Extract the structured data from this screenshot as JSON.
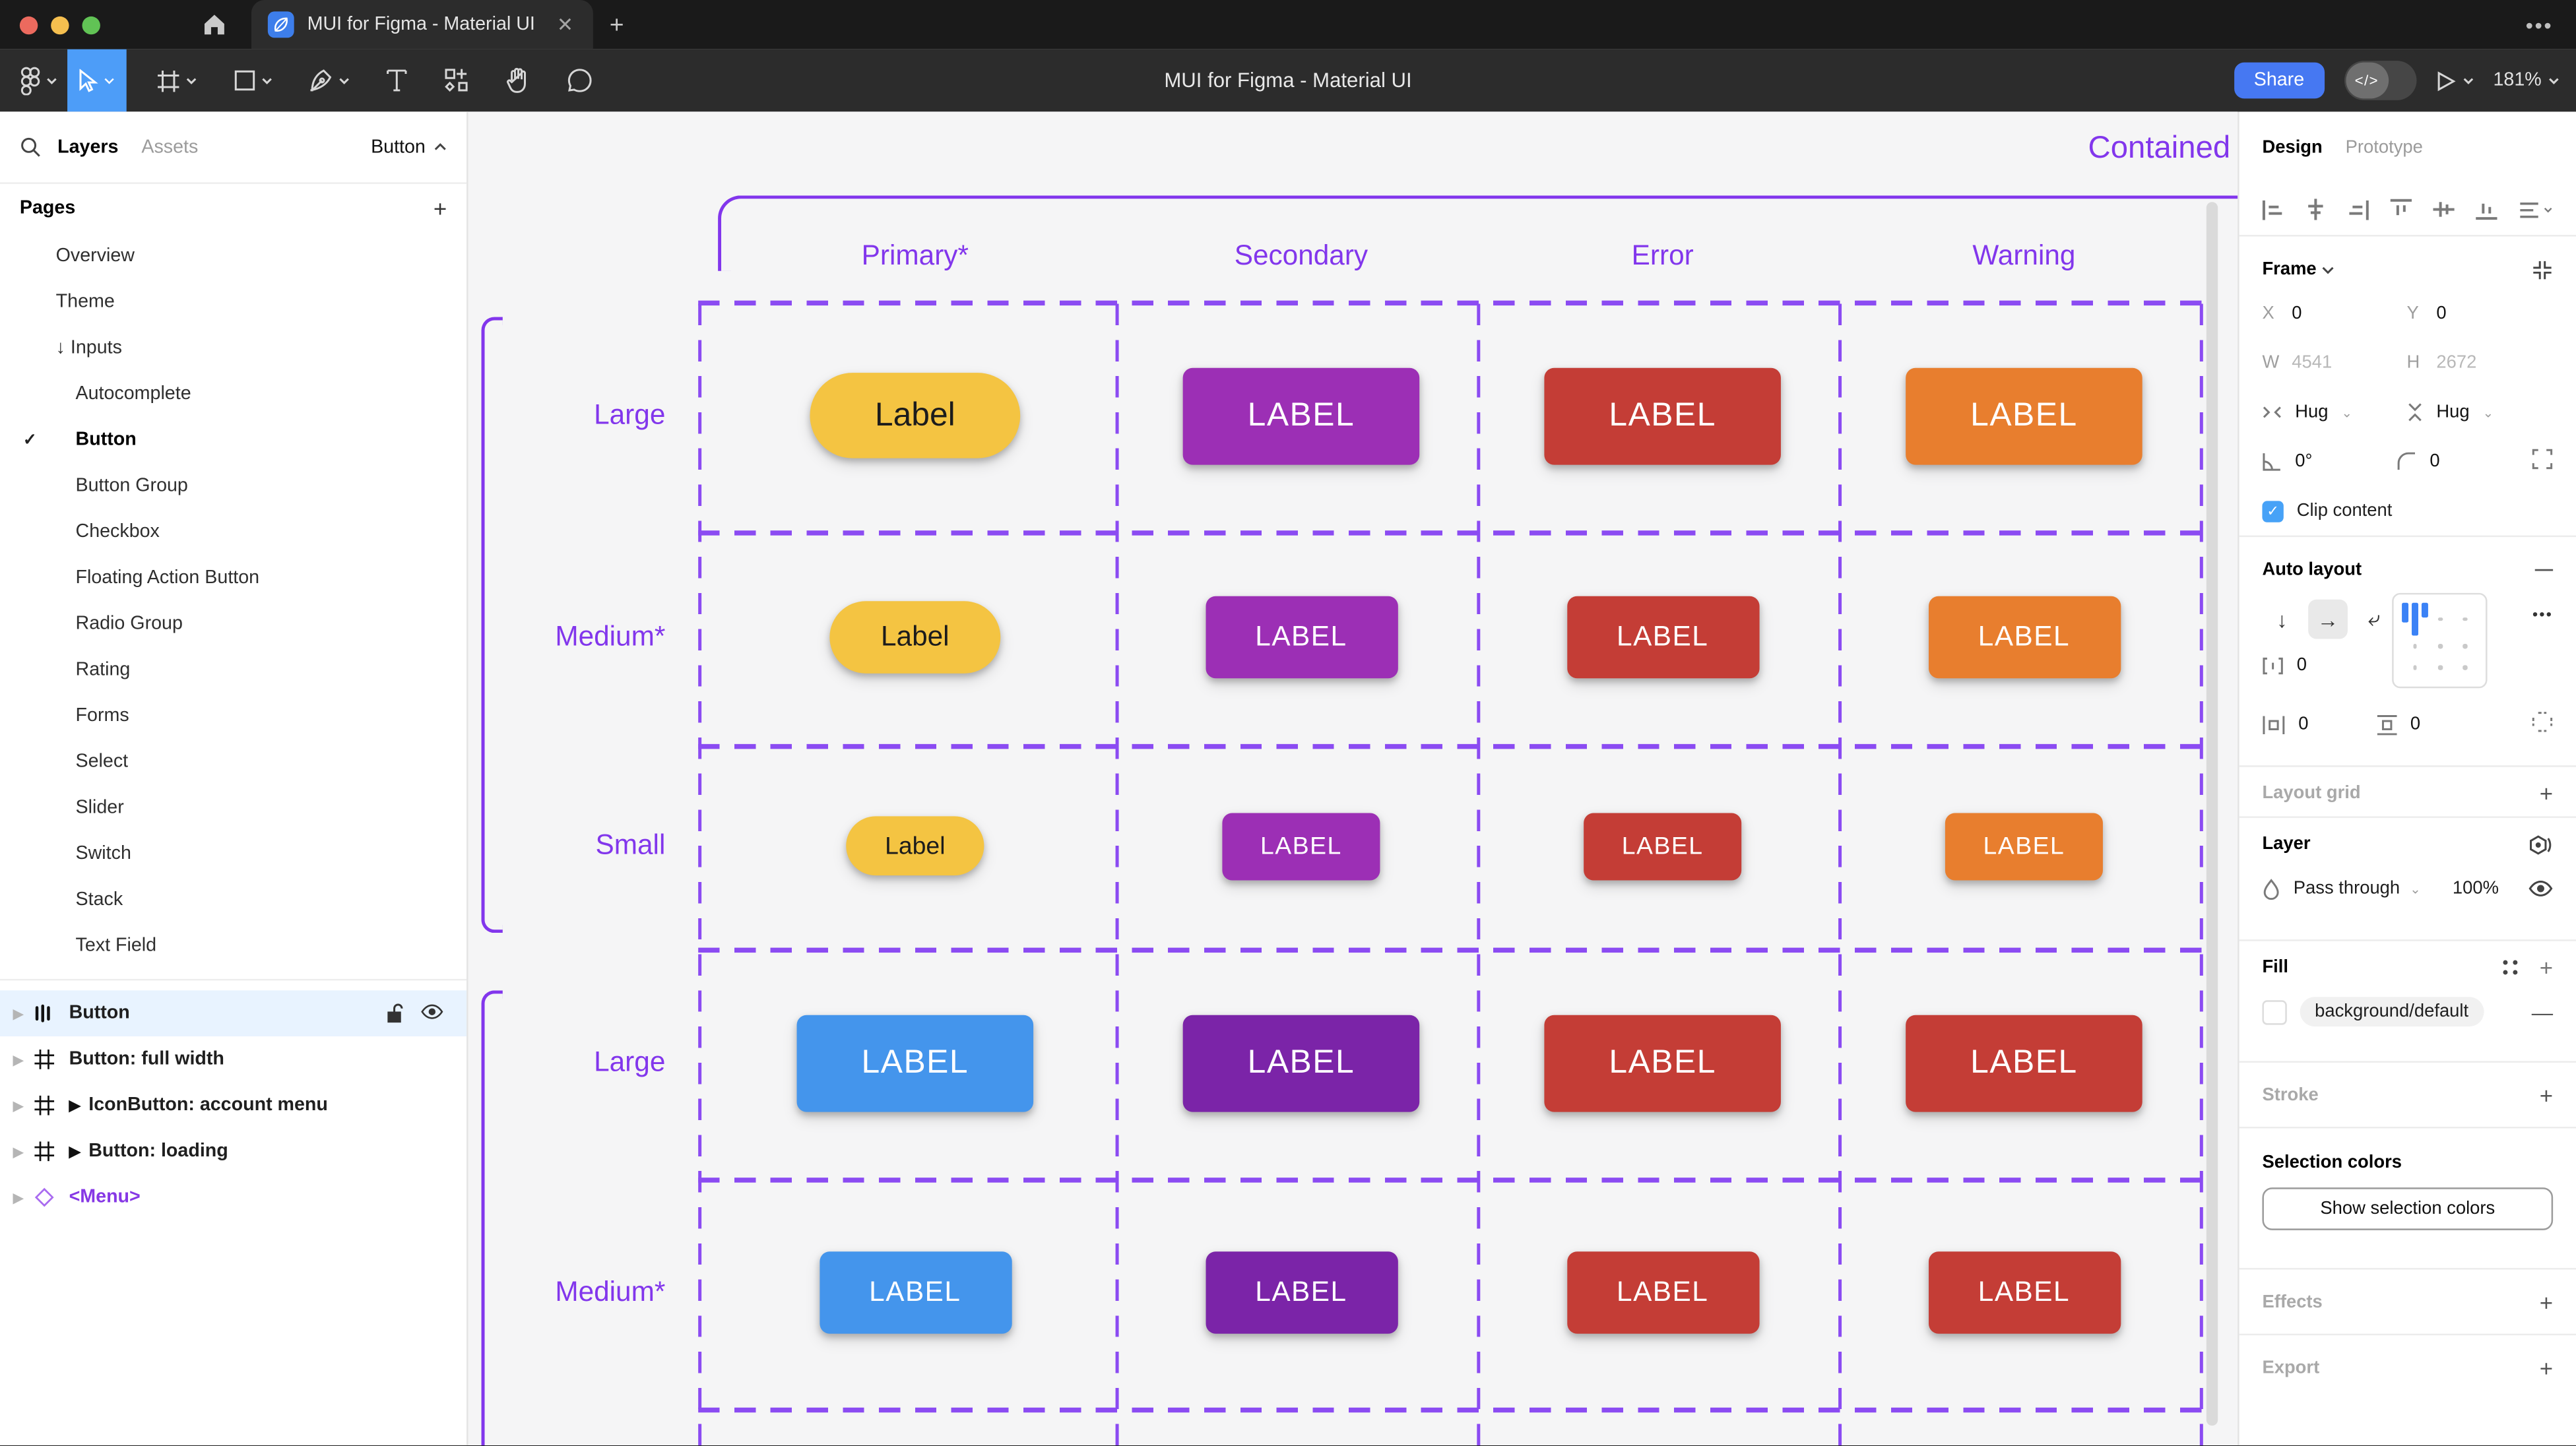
{
  "window": {
    "title": "MUI for Figma - Material UI",
    "traffic_colors": [
      "#EC6A5E",
      "#F5BF4F",
      "#61C355"
    ],
    "tab_close": "✕",
    "new_tab": "+",
    "more": "•••"
  },
  "toolbar": {
    "share_label": "Share",
    "zoom_level": "181%",
    "selected_tool": "move",
    "selected_tool_color": "#4D9DF8",
    "share_color": "#4678F2"
  },
  "sidebar": {
    "tabs": {
      "layers": "Layers",
      "assets": "Assets"
    },
    "page_selector": "Button",
    "pages": {
      "header": "Pages",
      "items": [
        {
          "label": "Overview",
          "indent": 1
        },
        {
          "label": "Theme",
          "indent": 1
        },
        {
          "label": "Inputs",
          "indent": 1,
          "arrow": true
        },
        {
          "label": "Autocomplete",
          "indent": 2
        },
        {
          "label": "Button",
          "indent": 2,
          "checked": true,
          "active": true
        },
        {
          "label": "Button Group",
          "indent": 2
        },
        {
          "label": "Checkbox",
          "indent": 2
        },
        {
          "label": "Floating Action Button",
          "indent": 2
        },
        {
          "label": "Radio Group",
          "indent": 2
        },
        {
          "label": "Rating",
          "indent": 2
        },
        {
          "label": "Forms",
          "indent": 2
        },
        {
          "label": "Select",
          "indent": 2
        },
        {
          "label": "Slider",
          "indent": 2
        },
        {
          "label": "Switch",
          "indent": 2
        },
        {
          "label": "Stack",
          "indent": 2
        },
        {
          "label": "Text Field",
          "indent": 2
        }
      ]
    },
    "layers": {
      "items": [
        {
          "label": "Button",
          "icon": "auto-layout",
          "selected": true
        },
        {
          "label": "Button: full width",
          "icon": "frame"
        },
        {
          "label": "IconButton: account menu",
          "icon": "frame",
          "component": true
        },
        {
          "label": "Button: loading",
          "icon": "frame",
          "component": true
        },
        {
          "label": "<Menu>",
          "icon": "diamond",
          "purple": true
        }
      ]
    }
  },
  "canvas": {
    "frame_title": "Contained",
    "accent_purple": "#8236EC",
    "columns": [
      "Primary*",
      "Secondary",
      "Error",
      "Warning"
    ],
    "rows": [
      {
        "label": "Large",
        "size": "lg",
        "buttons": [
          {
            "text": "Label",
            "bg": "#F4C442",
            "fg": "#1C1C1C",
            "pill": true
          },
          {
            "text": "LABEL",
            "bg": "#9C2FB5",
            "fg": "#FFFFFF"
          },
          {
            "text": "LABEL",
            "bg": "#C43D36",
            "fg": "#FFFFFF"
          },
          {
            "text": "LABEL",
            "bg": "#E87E2E",
            "fg": "#FFFFFF"
          }
        ]
      },
      {
        "label": "Medium*",
        "size": "md",
        "buttons": [
          {
            "text": "Label",
            "bg": "#F4C442",
            "fg": "#1C1C1C",
            "pill": true
          },
          {
            "text": "LABEL",
            "bg": "#9C2FB5",
            "fg": "#FFFFFF"
          },
          {
            "text": "LABEL",
            "bg": "#C43D36",
            "fg": "#FFFFFF"
          },
          {
            "text": "LABEL",
            "bg": "#E87E2E",
            "fg": "#FFFFFF"
          }
        ]
      },
      {
        "label": "Small",
        "size": "sm",
        "buttons": [
          {
            "text": "Label",
            "bg": "#F4C442",
            "fg": "#1C1C1C",
            "pill": true
          },
          {
            "text": "LABEL",
            "bg": "#9C2FB5",
            "fg": "#FFFFFF"
          },
          {
            "text": "LABEL",
            "bg": "#C43D36",
            "fg": "#FFFFFF"
          },
          {
            "text": "LABEL",
            "bg": "#E87E2E",
            "fg": "#FFFFFF"
          }
        ]
      },
      {
        "label": "Large",
        "size": "lg",
        "buttons": [
          {
            "text": "LABEL",
            "bg": "#4495EC",
            "fg": "#FFFFFF"
          },
          {
            "text": "LABEL",
            "bg": "#7B24A8",
            "fg": "#FFFFFF"
          },
          {
            "text": "LABEL",
            "bg": "#C43D36",
            "fg": "#FFFFFF"
          },
          {
            "text": "LABEL",
            "bg": "#C43D36",
            "fg": "#FFFFFF"
          }
        ]
      },
      {
        "label": "Medium*",
        "size": "md",
        "buttons": [
          {
            "text": "LABEL",
            "bg": "#4495EC",
            "fg": "#FFFFFF"
          },
          {
            "text": "LABEL",
            "bg": "#7B24A8",
            "fg": "#FFFFFF"
          },
          {
            "text": "LABEL",
            "bg": "#C43D36",
            "fg": "#FFFFFF"
          },
          {
            "text": "LABEL",
            "bg": "#C43D36",
            "fg": "#FFFFFF"
          }
        ]
      }
    ]
  },
  "panel": {
    "tabs": {
      "design": "Design",
      "prototype": "Prototype"
    },
    "frame": {
      "header": "Frame",
      "x_label": "X",
      "x": "0",
      "y_label": "Y",
      "y": "0",
      "w_label": "W",
      "w": "4541",
      "h_label": "H",
      "h": "2672",
      "hug_h": "Hug",
      "hug_v": "Hug",
      "rotation": "0°",
      "radius": "0",
      "clip_label": "Clip content"
    },
    "auto_layout": {
      "header": "Auto layout",
      "gap": "0",
      "pad_h": "0",
      "pad_v": "0",
      "remove": "—",
      "more": "•••"
    },
    "layout_grid": {
      "header": "Layout grid"
    },
    "layer": {
      "header": "Layer",
      "blend": "Pass through",
      "opacity": "100%"
    },
    "fill": {
      "header": "Fill",
      "token": "background/default",
      "swatch": "#FFFFFF",
      "remove": "—"
    },
    "stroke": {
      "header": "Stroke"
    },
    "selection_colors": {
      "header": "Selection colors",
      "button": "Show selection colors"
    },
    "effects": {
      "header": "Effects"
    },
    "export": {
      "header": "Export"
    }
  }
}
